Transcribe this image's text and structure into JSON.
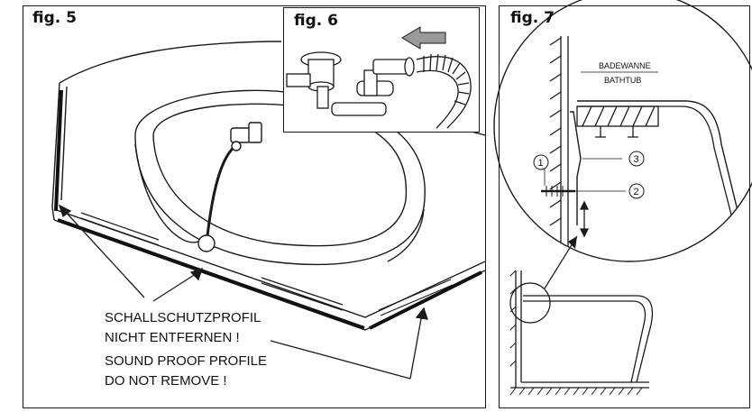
{
  "fig5": {
    "label": "fig. 5",
    "warning_de_1": "SCHALLSCHUTZPROFIL",
    "warning_de_2": "NICHT ENTFERNEN !",
    "warning_en_1": "SOUND PROOF PROFILE",
    "warning_en_2": "DO NOT REMOVE !"
  },
  "fig6": {
    "label": "fig. 6"
  },
  "fig7": {
    "label": "fig. 7",
    "tub_de": "BADEWANNE",
    "tub_en": "BATHTUB",
    "callouts": [
      "1",
      "2",
      "3"
    ]
  },
  "colors": {
    "line": "#1a1a1a",
    "arrow_fill": "#9a9a9a",
    "hatch": "#333333"
  }
}
